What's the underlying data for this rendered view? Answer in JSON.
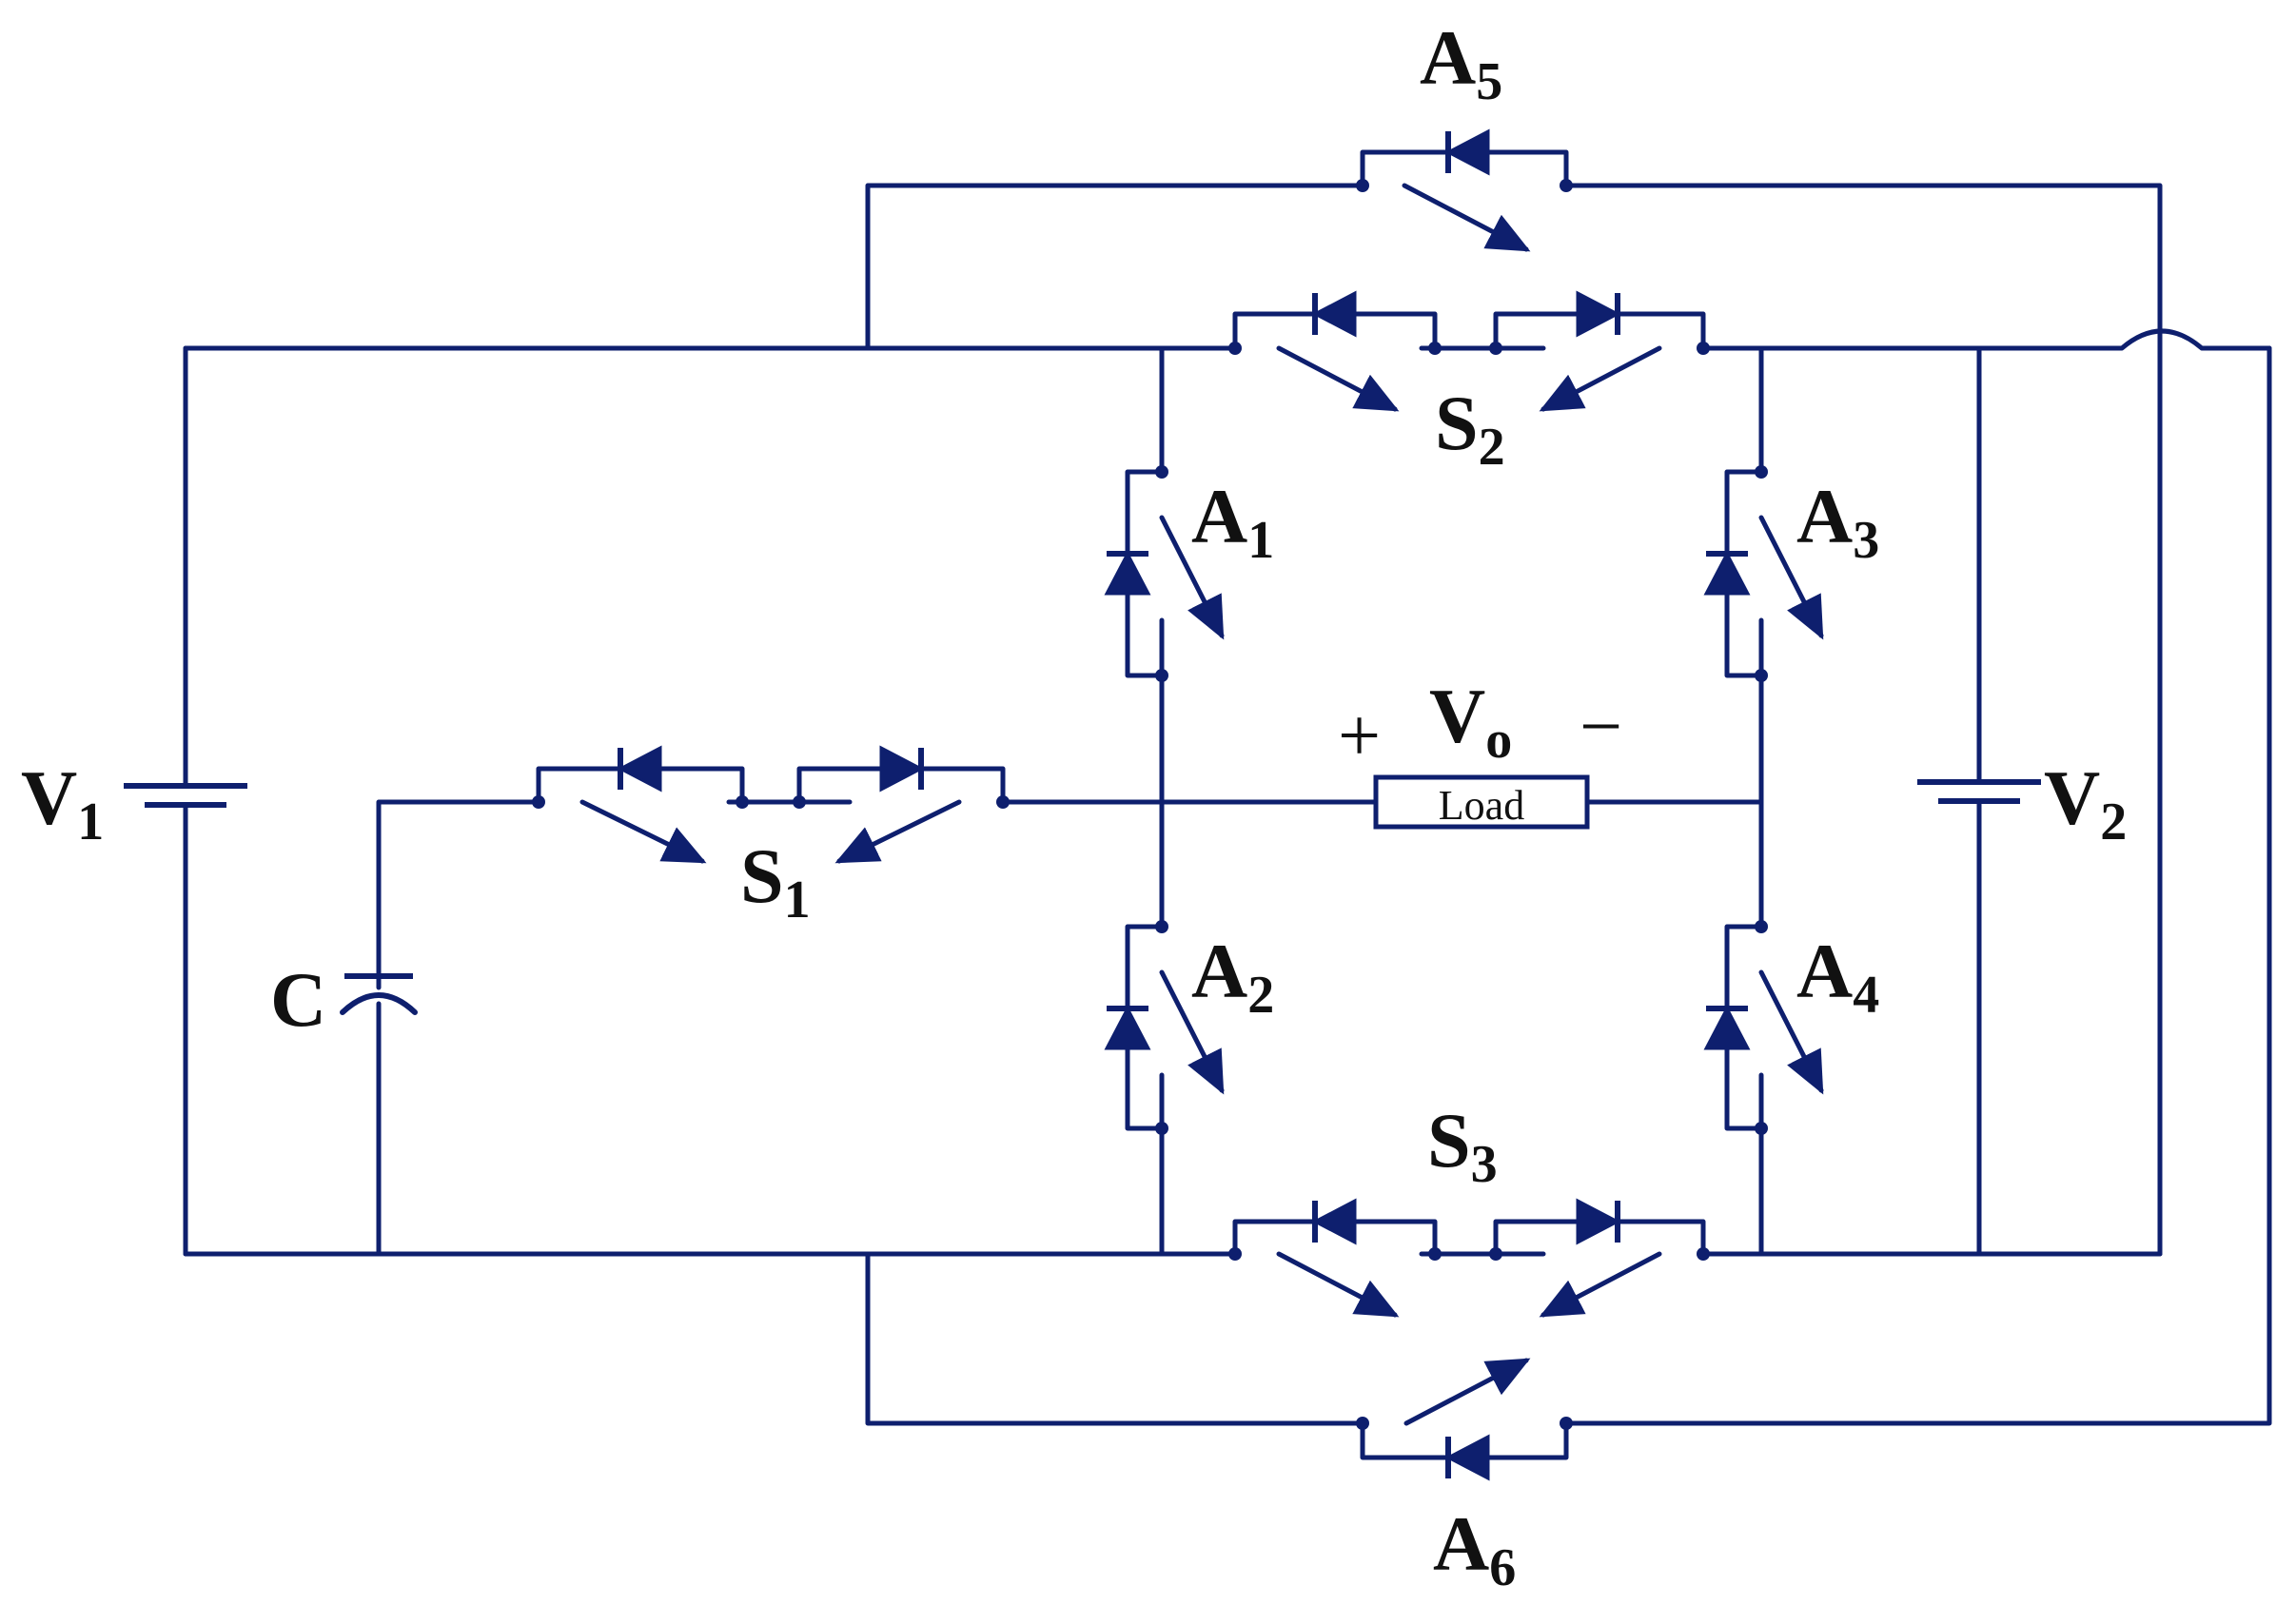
{
  "labels": {
    "v1": {
      "main": "V",
      "sub": "1"
    },
    "v2": {
      "main": "V",
      "sub": "2"
    },
    "c": {
      "main": "C"
    },
    "s1": {
      "main": "S",
      "sub": "1"
    },
    "s2": {
      "main": "S",
      "sub": "2"
    },
    "s3": {
      "main": "S",
      "sub": "3"
    },
    "a1": {
      "main": "A",
      "sub": "1"
    },
    "a2": {
      "main": "A",
      "sub": "2"
    },
    "a3": {
      "main": "A",
      "sub": "3"
    },
    "a4": {
      "main": "A",
      "sub": "4"
    },
    "a5": {
      "main": "A",
      "sub": "5"
    },
    "a6": {
      "main": "A",
      "sub": "6"
    },
    "vo": {
      "main": "V",
      "sub": "o",
      "plus": "+",
      "minus": "−"
    }
  },
  "load": {
    "text": "Load"
  },
  "colors": {
    "wire": "#0e1f6e",
    "text": "#111111"
  }
}
